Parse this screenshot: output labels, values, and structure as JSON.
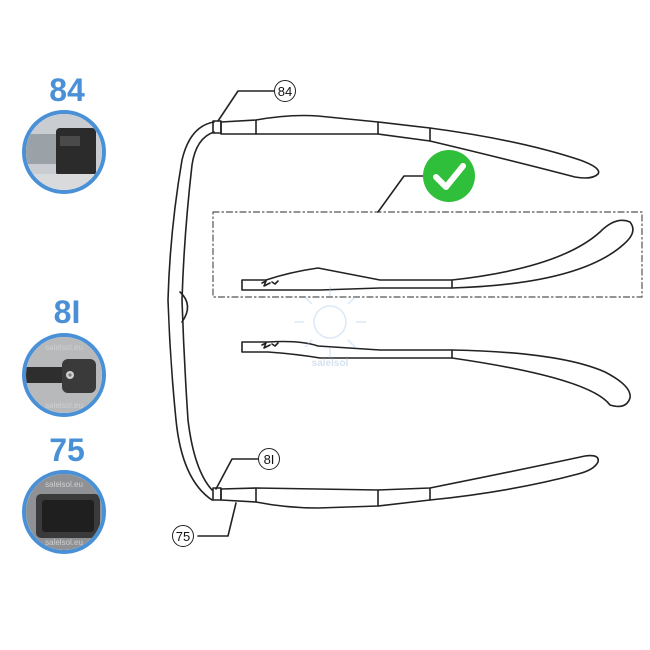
{
  "details": [
    {
      "code": "84",
      "caption": ""
    },
    {
      "code": "8I",
      "caption": "salelsol.eu"
    },
    {
      "code": "75",
      "caption": "salelsol.eu"
    }
  ],
  "callouts": {
    "top": "84",
    "mid": "8I",
    "bottom": "75"
  },
  "watermark": "salelsol",
  "colors": {
    "accent": "#4a90d6",
    "check": "#2fbf3a",
    "line": "#222222"
  },
  "icons": {
    "approved": "check-circle-icon"
  }
}
